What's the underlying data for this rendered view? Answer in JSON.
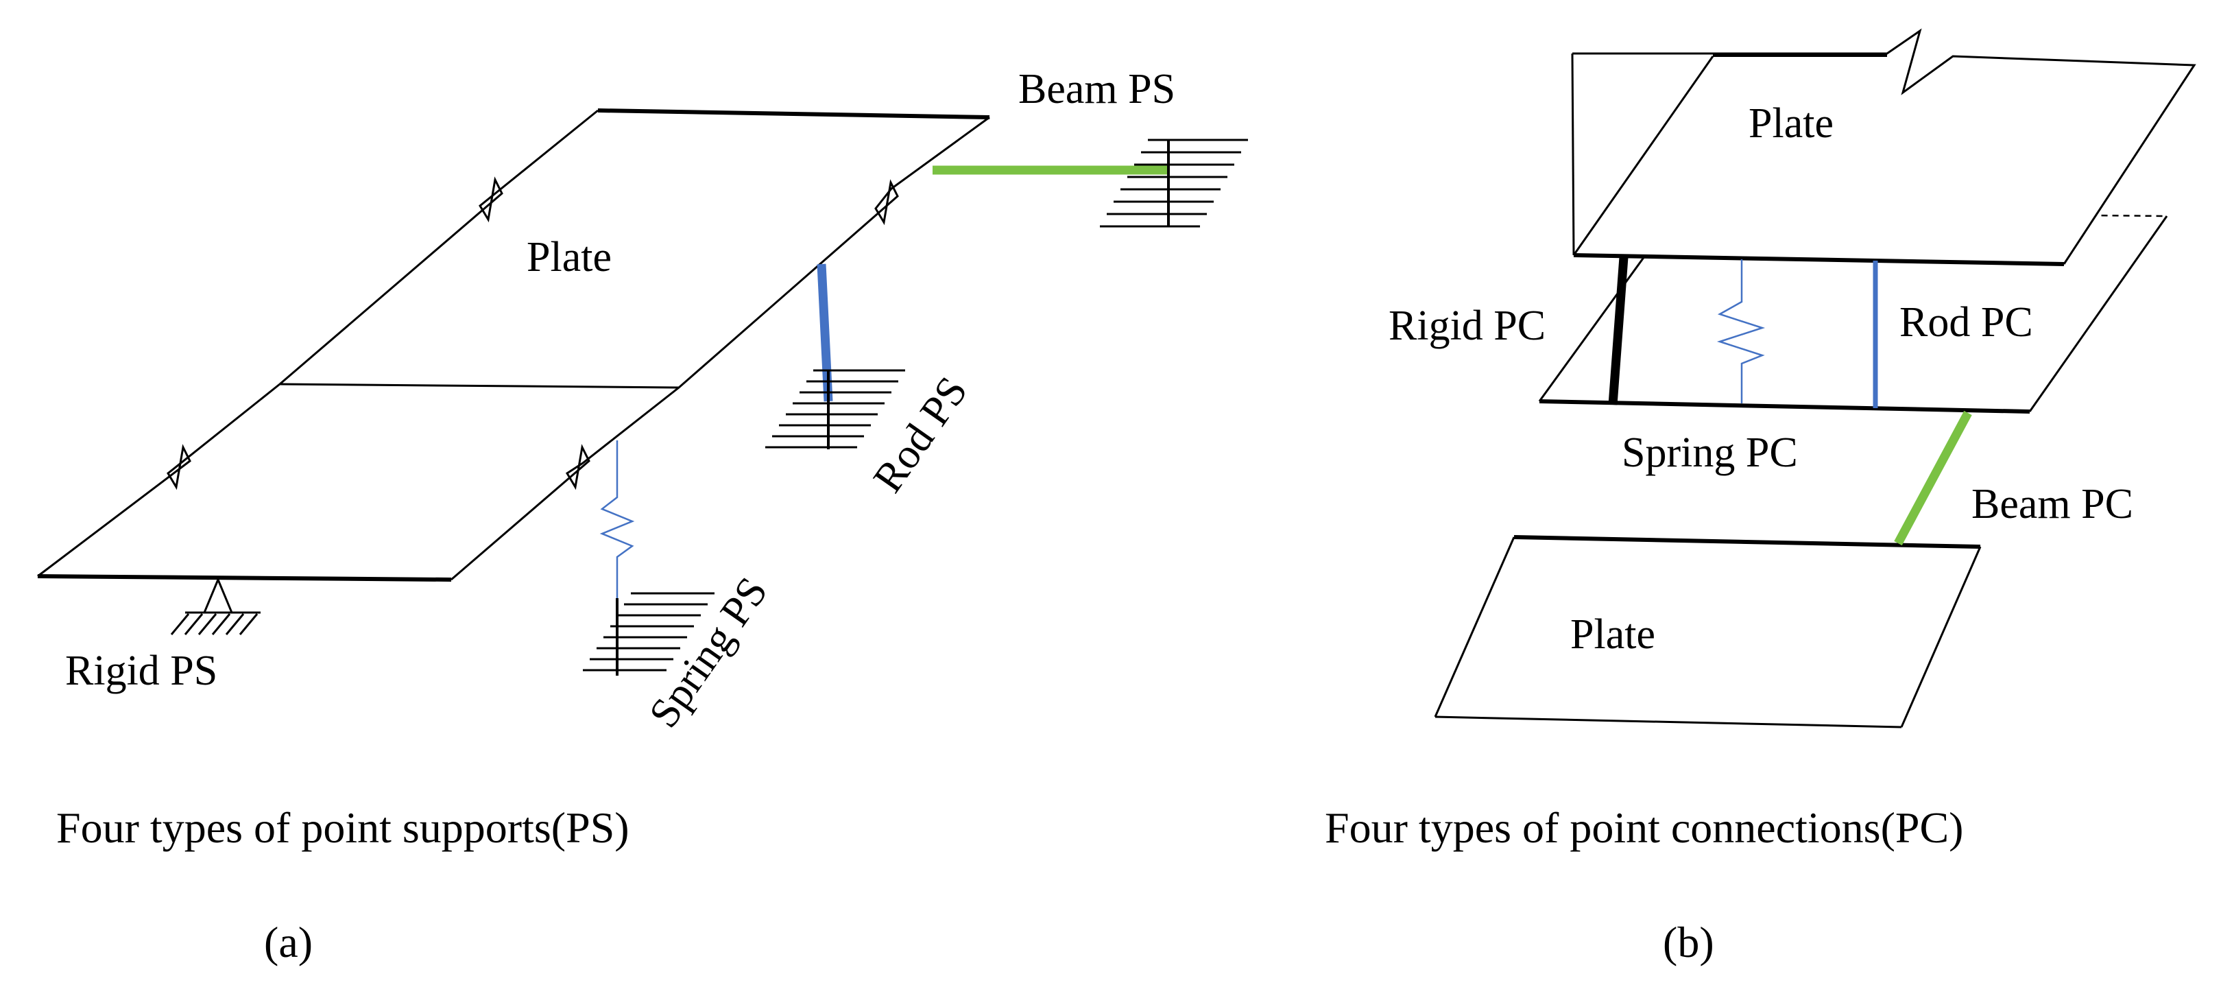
{
  "panel_a": {
    "plate_label": "Plate",
    "support_labels": {
      "beam": "Beam PS",
      "rod": "Rod PS",
      "spring": "Spring PS",
      "rigid": "Rigid PS"
    },
    "caption": "Four types of point supports(PS)",
    "tag": "(a)"
  },
  "panel_b": {
    "top_plate_label": "Plate",
    "bottom_plate_label": "Plate",
    "connection_labels": {
      "rigid": "Rigid PC",
      "rod": "Rod PC",
      "spring": "Spring PC",
      "beam": "Beam PC"
    },
    "caption": "Four types of point connections(PC)",
    "tag": "(b)"
  },
  "colors": {
    "beam": "#7ac143",
    "rod": "#4472c4",
    "spring": "#4472c4",
    "rigid": "#000000",
    "outline": "#000000"
  }
}
